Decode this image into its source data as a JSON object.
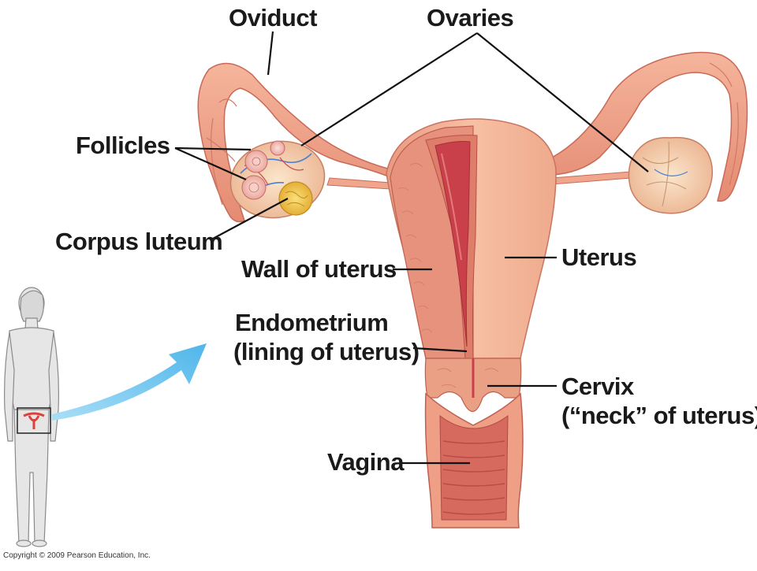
{
  "labels": {
    "oviduct": "Oviduct",
    "ovaries": "Ovaries",
    "follicles": "Follicles",
    "corpus_luteum": "Corpus luteum",
    "wall_of_uterus": "Wall of uterus",
    "uterus": "Uterus",
    "endometrium": "Endometrium",
    "endometrium_sub": "(lining of uterus)",
    "cervix": "Cervix",
    "cervix_sub": "(“neck” of uterus)",
    "vagina": "Vagina"
  },
  "copyright": "Copyright © 2009 Pearson Education, Inc.",
  "colors": {
    "tissue_light": "#f4b49a",
    "tissue_mid": "#ec9a80",
    "tissue_dark": "#d86a5c",
    "cavity": "#c9404a",
    "ovary": "#f6d9b8",
    "corpus": "#f2c64a",
    "arrow": "#6ec6ee",
    "leader": "#111111"
  }
}
